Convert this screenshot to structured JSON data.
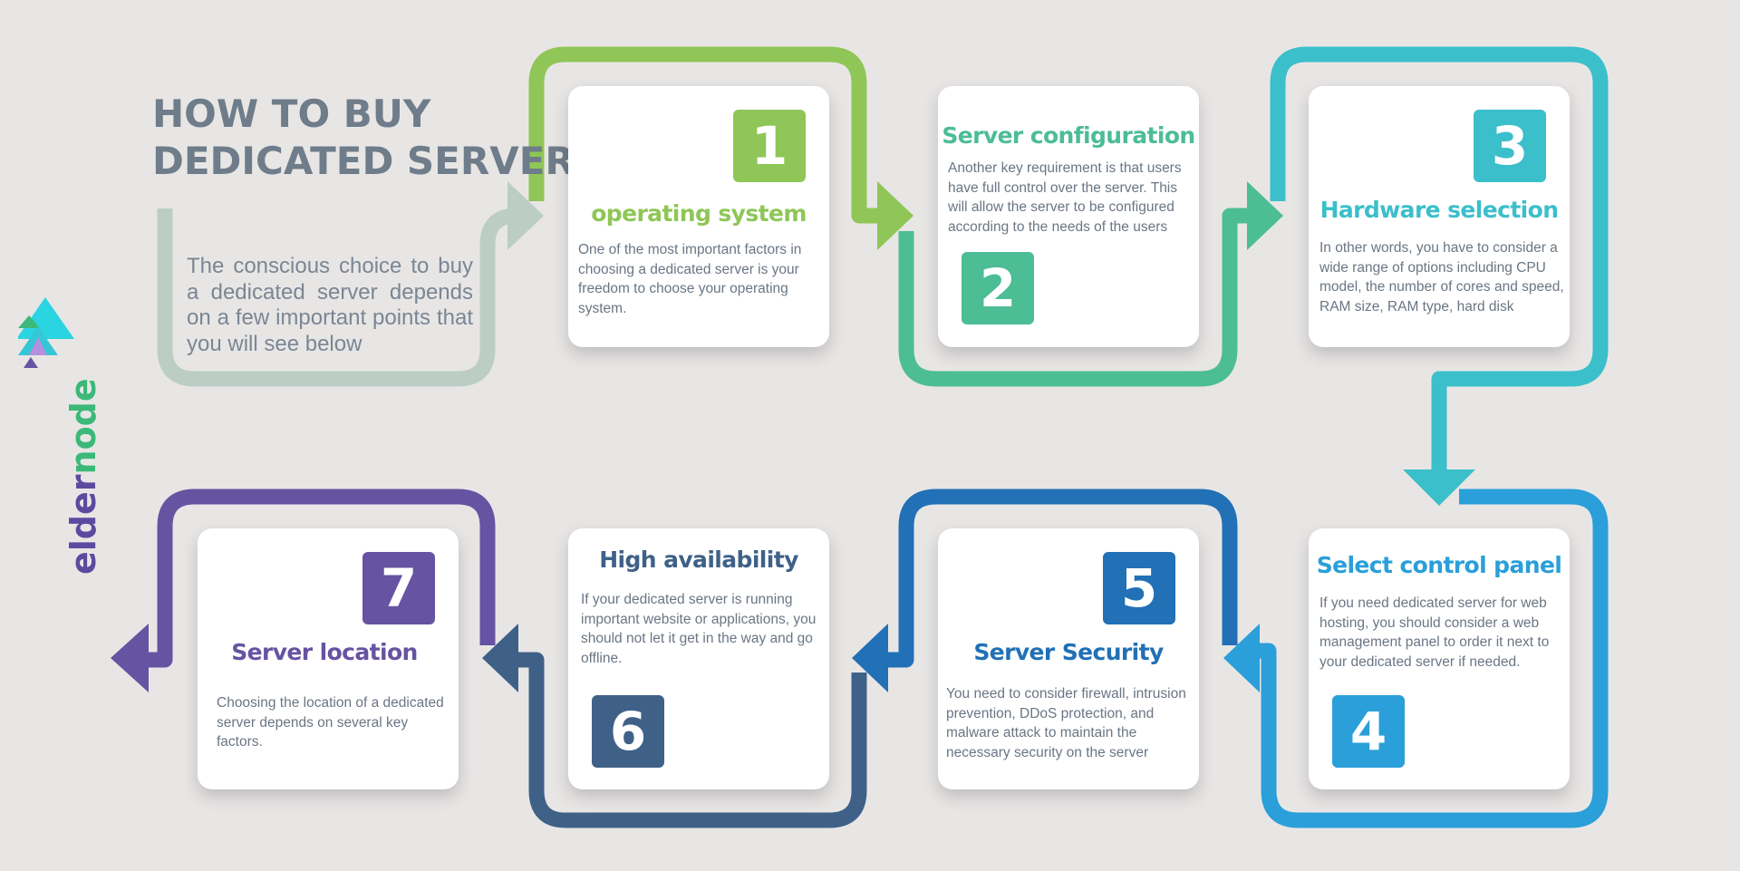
{
  "title": {
    "line1": "HOW TO BUY",
    "line2": "DEDICATED SERVER"
  },
  "intro": "The conscious choice to buy a dedicated server depends on a few important points that you will see below",
  "brand": {
    "part1": "elder",
    "part2": "node"
  },
  "colors": {
    "background": "#e8e6e5",
    "title": "#6f7c8a",
    "intro_path": "#bccdc6",
    "step1": "#8fc657",
    "step2": "#4cbd95",
    "step3": "#3bbfca",
    "step4": "#2a9fd9",
    "step5": "#2270b6",
    "step6": "#3f6188",
    "step7": "#6653a1",
    "brand_elder": "#5d4aa0",
    "brand_node": "#3cb878"
  },
  "steps": [
    {
      "number": "1",
      "title": "operating system",
      "text": "One of the most important factors in choosing a dedicated server is your freedom to choose your operating system."
    },
    {
      "number": "2",
      "title": "Server configuration",
      "text": "Another key requirement is that users have full control over the server. This will allow the server to be configured according to the needs of the users"
    },
    {
      "number": "3",
      "title": "Hardware selection",
      "text": "In other words, you have to consider a wide range of options including CPU model, the number of cores and speed, RAM size, RAM type, hard disk"
    },
    {
      "number": "4",
      "title": "Select control panel",
      "text": "If you need dedicated server for web hosting, you should consider a web management panel to order it next to your dedicated server if needed."
    },
    {
      "number": "5",
      "title": "Server Security",
      "text": "You need to consider firewall, intrusion prevention, DDoS protection, and malware attack to maintain the necessary security on the server"
    },
    {
      "number": "6",
      "title": "High availability",
      "text": "If your dedicated server is running important website or applications, you should not let it get in the way and go offline."
    },
    {
      "number": "7",
      "title": "Server location",
      "text": "Choosing the location of a dedicated server depends on several key factors."
    }
  ]
}
